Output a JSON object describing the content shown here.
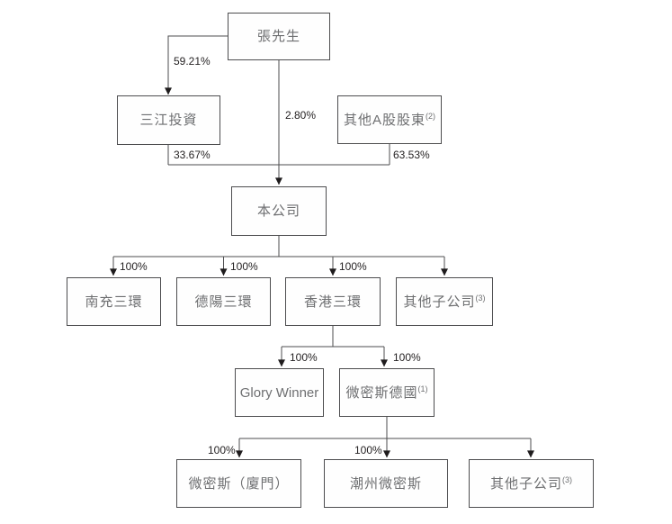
{
  "diagram": {
    "title": "corporate-shareholding-structure",
    "colors": {
      "background": "#ffffff",
      "box_border": "#4d4d4f",
      "box_fill": "#fefefe",
      "box_text": "#6e6f71",
      "line": "#4d4d4f",
      "arrowhead": "#1f1c1d",
      "label_text": "#262324"
    },
    "nodes": [
      {
        "id": "mr-zhang",
        "label": "張先生"
      },
      {
        "id": "sanjiang-investment",
        "label": "三江投資"
      },
      {
        "id": "other-a-shareholders",
        "label": "其他A股股東",
        "sup": "(2)"
      },
      {
        "id": "the-company",
        "label": "本公司"
      },
      {
        "id": "nanchong-sanhuan",
        "label": "南充三環"
      },
      {
        "id": "deyang-sanhuan",
        "label": "德陽三環"
      },
      {
        "id": "hongkong-sanhuan",
        "label": "香港三環"
      },
      {
        "id": "other-subsidiaries-1",
        "label": "其他子公司",
        "sup": "(3)"
      },
      {
        "id": "glory-winner",
        "label": "Glory Winner"
      },
      {
        "id": "weimisi-germany",
        "label": "微密斯德國",
        "sup": "(1)"
      },
      {
        "id": "weimisi-xiamen",
        "label": "微密斯（廈門）"
      },
      {
        "id": "chaozhou-weimisi",
        "label": "潮州微密斯"
      },
      {
        "id": "other-subsidiaries-2",
        "label": "其他子公司",
        "sup": "(3)"
      }
    ],
    "edge_labels": {
      "zhang_to_sanjiang": "59.21%",
      "zhang_to_company": "2.80%",
      "sanjiang_to_company": "33.67%",
      "other_a_to_company": "63.53%",
      "company_to_nanchong": "100%",
      "company_to_deyang": "100%",
      "company_to_hongkong": "100%",
      "hongkong_to_glory_winner": "100%",
      "hongkong_to_weimisi_germany": "100%",
      "weimisi_germany_to_xiamen": "100%",
      "weimisi_germany_to_chaozhou": "100%"
    }
  }
}
